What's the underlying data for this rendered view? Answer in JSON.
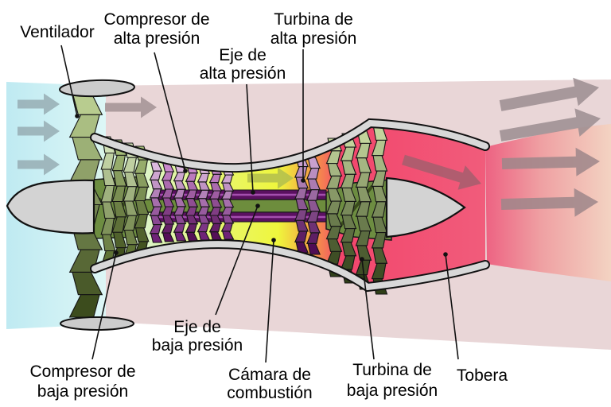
{
  "labels": {
    "ventilador": {
      "text": "Ventilador"
    },
    "compresor_alta": {
      "line1": "Compresor de",
      "line2": "alta presión"
    },
    "eje_alta": {
      "line1": "Eje de",
      "line2": "alta presión"
    },
    "turbina_alta": {
      "line1": "Turbina de",
      "line2": "alta presión"
    },
    "compresor_baja": {
      "line1": "Compresor de",
      "line2": "baja presión"
    },
    "eje_baja": {
      "line1": "Eje de",
      "line2": "baja presión"
    },
    "camara": {
      "line1": "Cámara de",
      "line2": "combustión"
    },
    "turbina_baja": {
      "line1": "Turbina de",
      "line2": "baja presión"
    },
    "tobera": {
      "text": "Tobera"
    }
  },
  "colors": {
    "intake_band_left": "#bfeaf2",
    "intake_band_right": "#ddf7f6",
    "bypass_band": "#e9d6d7",
    "plume_hot": "#ed6282",
    "plume_mid": "#efa1a3",
    "plume_cool": "#f3d3c2",
    "combustion_core": [
      "#d7f3ee",
      "#dcf5cd",
      "#e9f663",
      "#eff63c",
      "#f59a45",
      "#f2466c",
      "#f15c7b"
    ],
    "nacelle": "#d8d8d8",
    "cone": "#d3d3d3",
    "spinner_ellipse": "#cccccc",
    "drum_green": "#6d8d41",
    "shaft_lp_green": "#6d8d3d",
    "shaft_hp_purple": "#5a1060",
    "shaft_hp_stripe": "#a44fae",
    "arrow_air": "#93a9af",
    "arrow_bypass": "#a29294",
    "arrow_core": "#b5c14d",
    "arrow_exhaust_core": "#a45e6d",
    "arrow_exhaust_top": "#9b8d90",
    "arrow_exhaust_bottom": "#9e8689",
    "blade_fan": [
      "#b8cc8f",
      "#3c4c1d"
    ],
    "blade_lp_stator": [
      "#cfdfb4",
      "#5f7336"
    ],
    "blade_lp_rotor": [
      "#a4bb78",
      "#42521f"
    ],
    "blade_hp_stator": [
      "#dcb9de",
      "#6f2378"
    ],
    "blade_hp_rotor": [
      "#c989cc",
      "#551058"
    ],
    "blade_hp_turbine": [
      "#c9a0cf",
      "#4f0d55"
    ],
    "blade_lp_turbine": [
      "#c3d49c",
      "#2f3f18"
    ]
  }
}
